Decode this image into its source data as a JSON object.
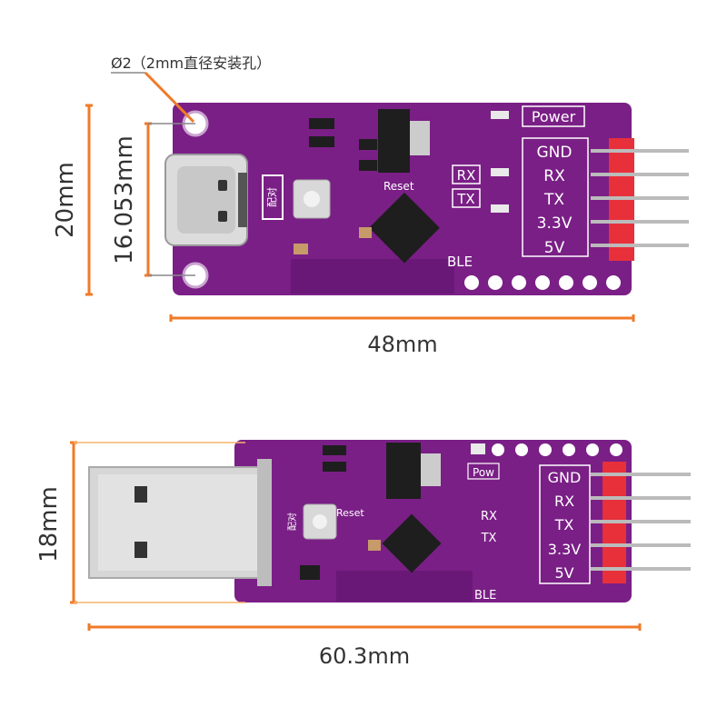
{
  "colors": {
    "pcb": "#7a1f86",
    "pcb_dark": "#5e1468",
    "dimension": "#f07a28",
    "pad": "#ffffff",
    "header": "#e8303a",
    "usb_metal": "#d9d9d9"
  },
  "annotation": {
    "hole_note": "Ø2（2mm直径安装孔）"
  },
  "top_board": {
    "height_outer": "20mm",
    "height_inner": "16.053mm",
    "width": "48mm",
    "silk": {
      "power": "Power",
      "pins": [
        "GND",
        "RX",
        "TX",
        "3.3V",
        "5V"
      ],
      "rx": "RX",
      "tx": "TX",
      "ble": "BLE",
      "reset": "Reset",
      "pair": "配对"
    }
  },
  "bottom_board": {
    "height": "18mm",
    "width": "60.3mm",
    "silk": {
      "pow": "Pow",
      "pins": [
        "GND",
        "RX",
        "TX",
        "3.3V",
        "5V"
      ],
      "rx": "RX",
      "tx": "TX",
      "ble": "BLE",
      "reset": "Reset",
      "pair": "配对"
    }
  }
}
